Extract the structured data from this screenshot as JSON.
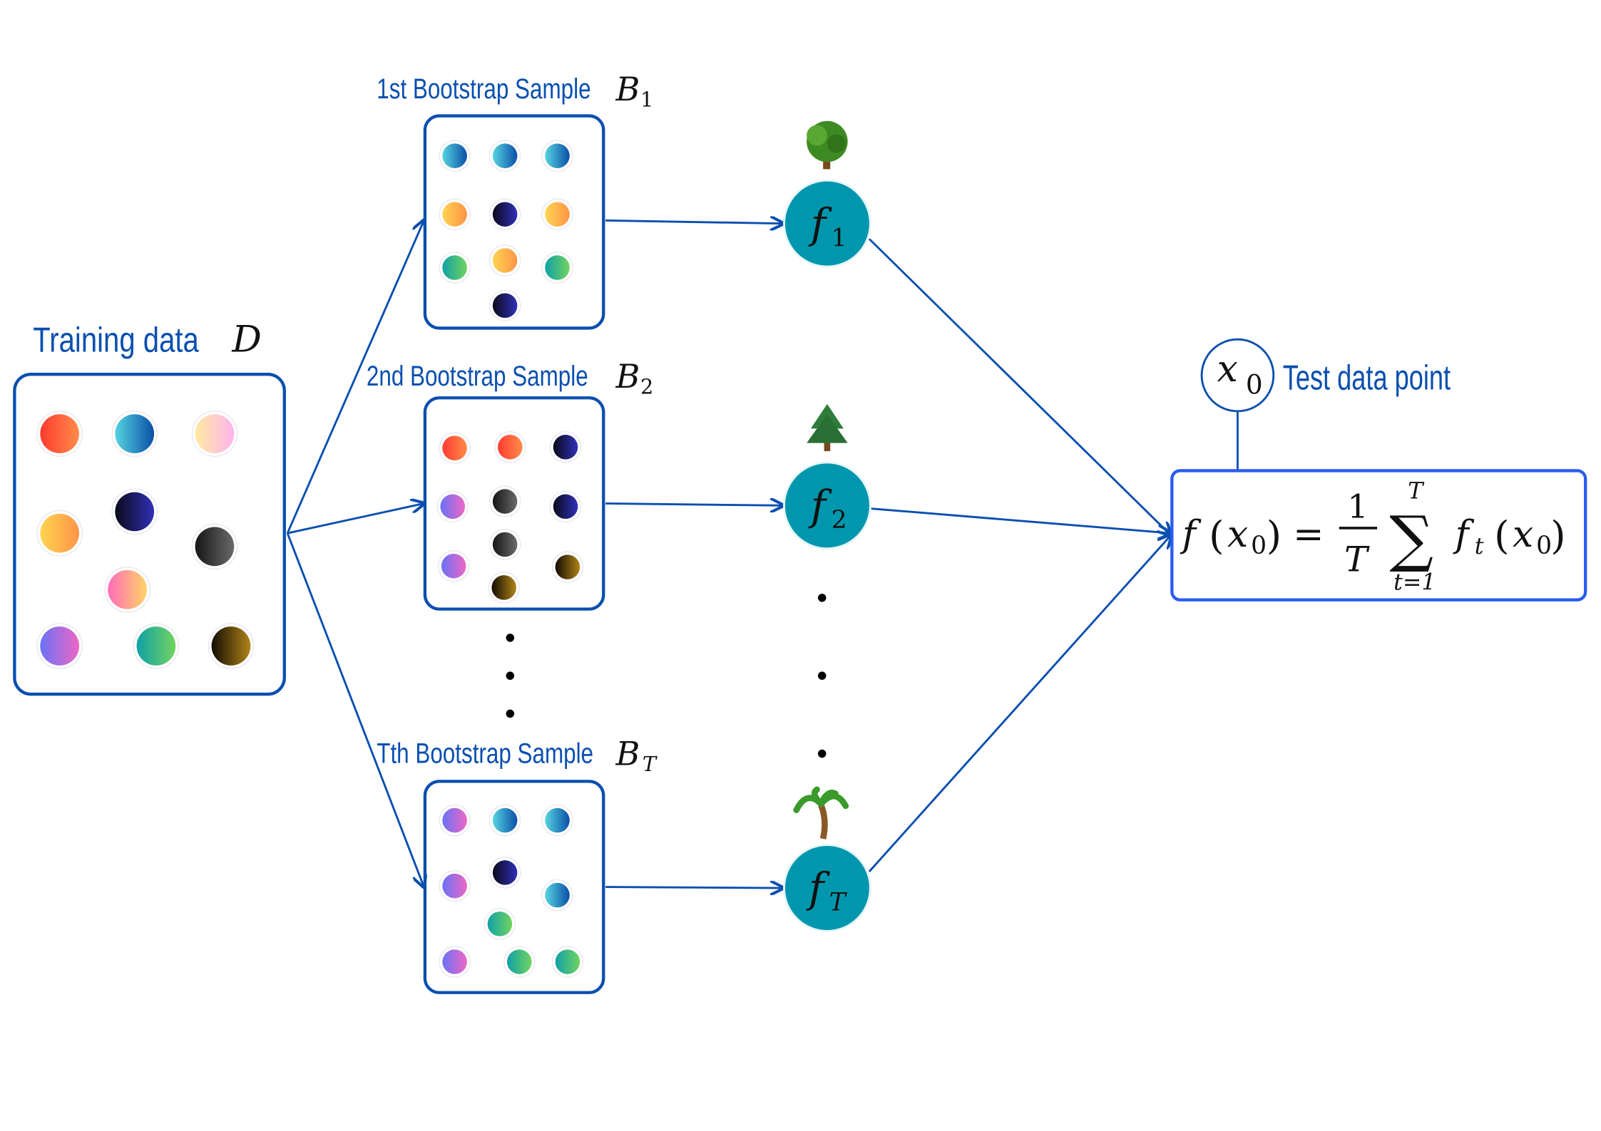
{
  "training": {
    "label": "Training data",
    "symbol": "D",
    "dots": [
      "red",
      "blue",
      "peach",
      "orange",
      "navy",
      "dark",
      "pink",
      "purple",
      "green",
      "brown"
    ]
  },
  "samples": [
    {
      "label": "1st Bootstrap Sample",
      "symbol": "B",
      "sub": "1",
      "dots": [
        "blue",
        "blue",
        "blue",
        "orange",
        "navy",
        "orange",
        "green",
        "orange",
        "green",
        "navy"
      ]
    },
    {
      "label": "2nd Bootstrap Sample",
      "symbol": "B",
      "sub": "2",
      "dots": [
        "red",
        "red",
        "navy",
        "purple",
        "dark",
        "navy",
        "dark",
        "purple",
        "brown",
        "brown"
      ]
    },
    {
      "label": "Tth Bootstrap Sample",
      "symbol": "B",
      "sub": "T",
      "dots": [
        "purple",
        "blue",
        "blue",
        "purple",
        "navy",
        "blue",
        "green",
        "purple",
        "green",
        "green"
      ]
    }
  ],
  "models": [
    {
      "symbol": "f",
      "sub": "1",
      "icon": "deciduous-tree-icon"
    },
    {
      "symbol": "f",
      "sub": "2",
      "icon": "evergreen-tree-icon"
    },
    {
      "symbol": "f",
      "sub": "T",
      "icon": "palm-tree-icon"
    }
  ],
  "test_point": {
    "symbol": "x",
    "sub": "0",
    "label": "Test data point"
  },
  "formula": {
    "lhs_f": "f",
    "lhs_open": "(",
    "lhs_x": "x",
    "lhs_sub": "0",
    "lhs_close": ")",
    "eq": "=",
    "num": "1",
    "den": "T",
    "sigma": "∑",
    "upper": "T",
    "lower": "t=1",
    "rhs_f": "f",
    "rhs_sub": "t",
    "rhs_open": "(",
    "rhs_x": "x",
    "rhs_xsub": "0",
    "rhs_close": ")"
  },
  "colors": {
    "accent": "#0a4fb0",
    "model_fill": "#0097ae",
    "formula_border": "#2a5cf0",
    "gradients": {
      "red": [
        "#ff3b30",
        "#ff8c4a"
      ],
      "blue": [
        "#56d4e0",
        "#0b4fa8"
      ],
      "peach": [
        "#ffeaa0",
        "#ffb3ee"
      ],
      "orange": [
        "#ffd452",
        "#ff9446"
      ],
      "navy": [
        "#0a0a1a",
        "#3030b8"
      ],
      "dark": [
        "#151515",
        "#6a6a6a"
      ],
      "pink": [
        "#ff6cb9",
        "#ffd466"
      ],
      "purple": [
        "#6a72f5",
        "#ee66c6"
      ],
      "green": [
        "#0fa0a8",
        "#72d45e"
      ],
      "brown": [
        "#120c02",
        "#b08418"
      ]
    }
  }
}
